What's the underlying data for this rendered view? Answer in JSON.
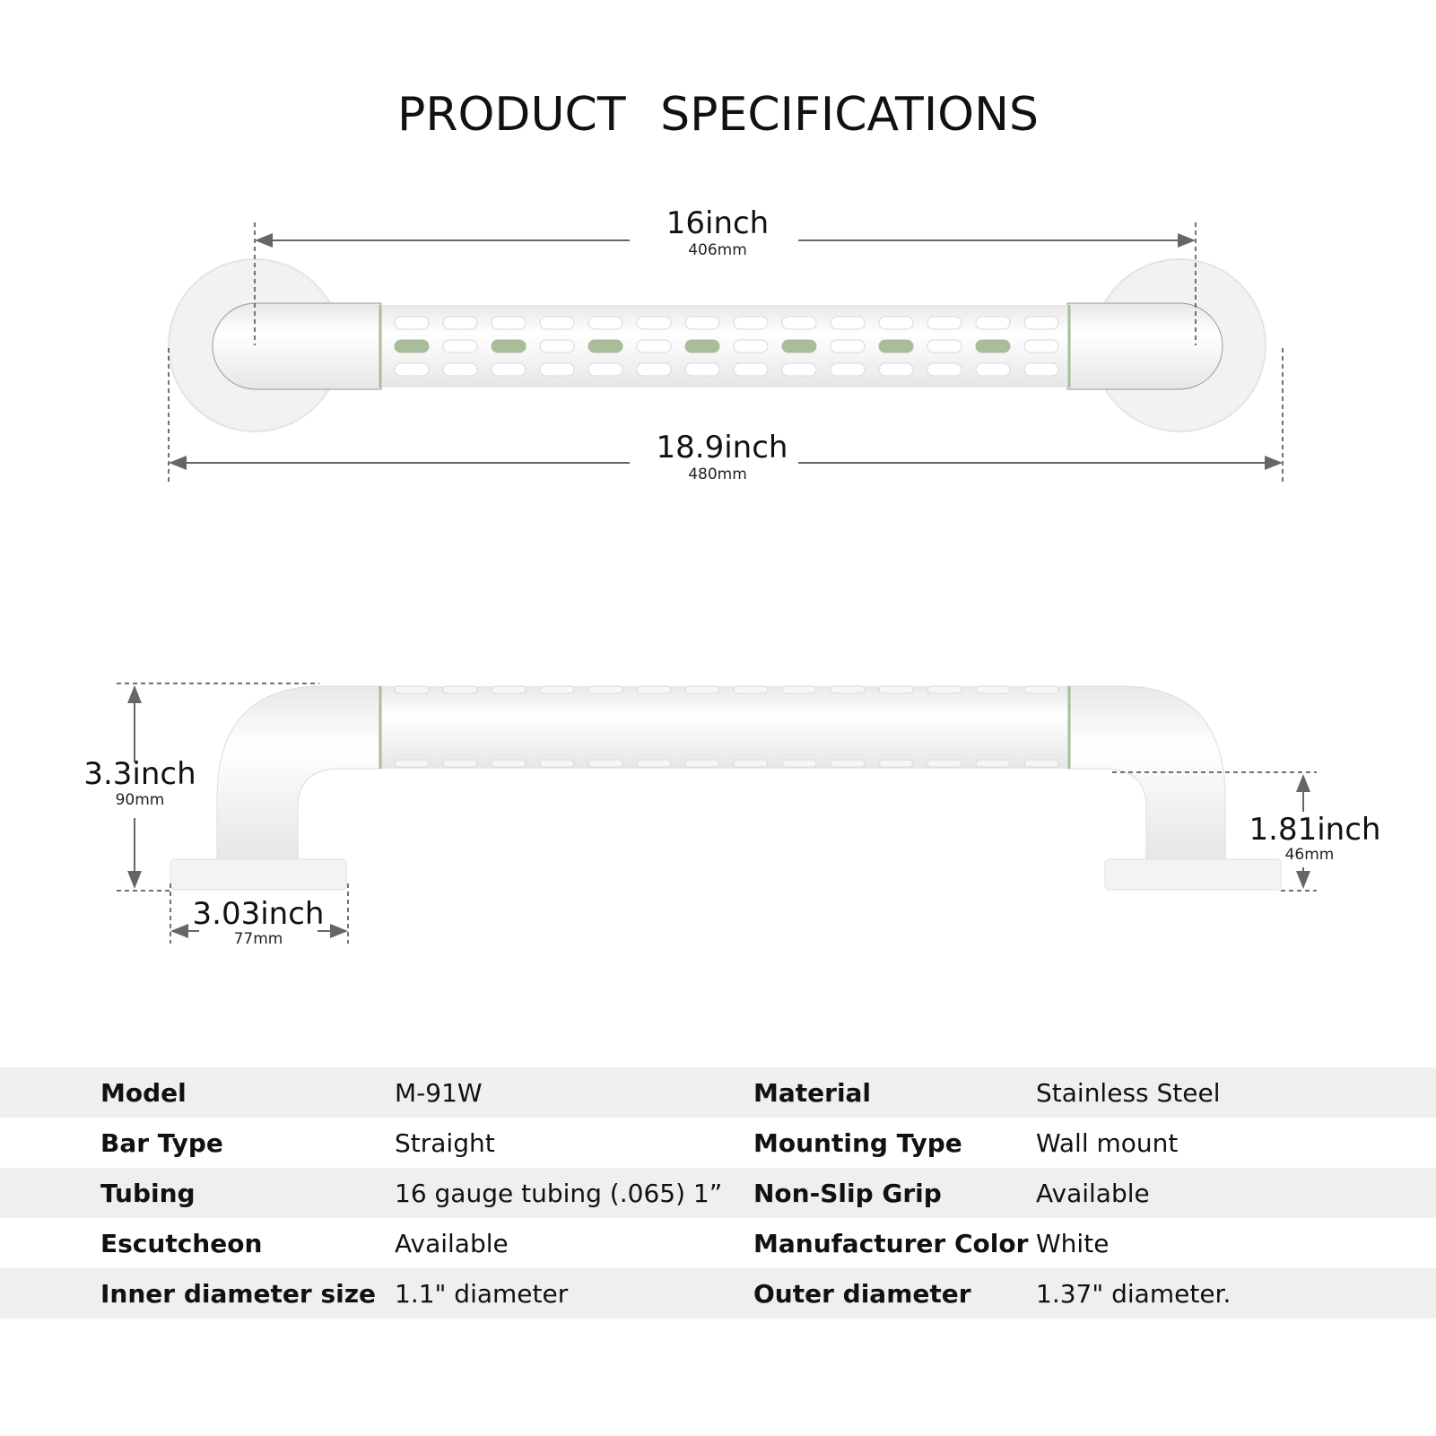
{
  "title": "PRODUCT  SPECIFICATIONS",
  "top_view": {
    "inner_length": {
      "main": "16inch",
      "sub": "406mm"
    },
    "outer_length": {
      "main": "18.9inch",
      "sub": "480mm"
    }
  },
  "side_view": {
    "height": {
      "main": "3.3inch",
      "sub": "90mm"
    },
    "base_width": {
      "main": "3.03inch",
      "sub": "77mm"
    },
    "clearance": {
      "main": "1.81inch",
      "sub": "46mm"
    }
  },
  "colors": {
    "grip_accent": "#a9bd9b",
    "bar": "#f4f4f4",
    "row_shade": "#efefef"
  },
  "specs": [
    {
      "k1": "Model",
      "v1": "M-91W",
      "k2": "Material",
      "v2": "Stainless Steel"
    },
    {
      "k1": "Bar Type",
      "v1": "Straight",
      "k2": "Mounting Type",
      "v2": "Wall mount"
    },
    {
      "k1": "Tubing",
      "v1": "16 gauge tubing (.065)  1”",
      "k2": "Non-Slip Grip",
      "v2": "Available"
    },
    {
      "k1": "Escutcheon",
      "v1": "Available",
      "k2": "Manufacturer Color",
      "v2": "White"
    },
    {
      "k1": "Inner diameter size",
      "v1": "1.1\"  diameter",
      "k2": "Outer diameter",
      "v2": "1.37\"  diameter."
    }
  ]
}
